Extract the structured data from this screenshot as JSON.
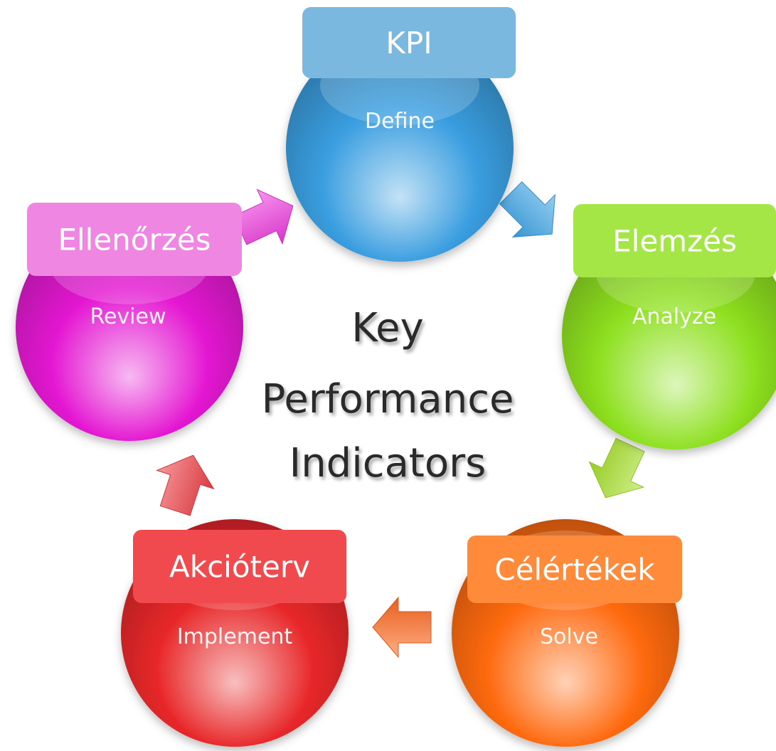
{
  "center": {
    "lines": [
      "Key",
      "Performance",
      "Indicators"
    ]
  },
  "stages": [
    {
      "label": "KPI",
      "sublabel": "Define",
      "color": "#3a9ee0",
      "tab_color": "#7bb8e0"
    },
    {
      "label": "Elemzés",
      "sublabel": "Analyze",
      "color": "#8ee020",
      "tab_color": "#a4e646"
    },
    {
      "label": "Célértékek",
      "sublabel": "Solve",
      "color": "#ff6a10",
      "tab_color": "#ff8a3a"
    },
    {
      "label": "Akcióterv",
      "sublabel": "Implement",
      "color": "#e8282a",
      "tab_color": "#f04a4e"
    },
    {
      "label": "Ellenőrzés",
      "sublabel": "Review",
      "color": "#e418d2",
      "tab_color": "#ee86e2"
    }
  ],
  "arrows": [
    {
      "from": "KPI",
      "to": "Elemzés",
      "color": "#3da6e8"
    },
    {
      "from": "Elemzés",
      "to": "Célértékek",
      "color": "#a8e22a"
    },
    {
      "from": "Célértékek",
      "to": "Akcióterv",
      "color": "#ff6a20"
    },
    {
      "from": "Akcióterv",
      "to": "Ellenőrzés",
      "color": "#f04248"
    },
    {
      "from": "Ellenőrzés",
      "to": "KPI",
      "color": "#f03ce0"
    }
  ]
}
